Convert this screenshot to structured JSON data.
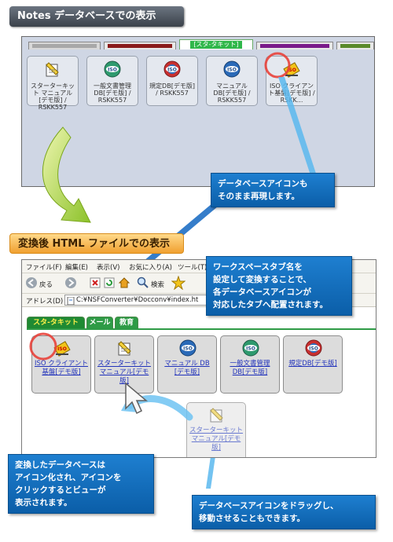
{
  "headers": {
    "notes_view": "Notes データベースでの表示",
    "html_view": "変換後 HTML ファイルでの表示"
  },
  "notes_window": {
    "starter_tab_label": "[スタ-タキット]",
    "tab_colors": [
      "#c0c0c0",
      "#8a1a1a",
      "#ffffff",
      "#7a1a8a",
      "#5a8a2a"
    ],
    "icons": [
      {
        "label": "スターターキット マニュアル[デモ版] / RSKK557",
        "icon": "note-pad-icon"
      },
      {
        "label": "一般文書管理 DB[デモ版] / RSKK557",
        "icon": "iso-globe-icon"
      },
      {
        "label": "規定DB[デモ版] / RSKK557",
        "icon": "iso-globe-red-icon"
      },
      {
        "label": "マニュアル DB[デモ版] / RSKK557",
        "icon": "iso-globe-icon"
      },
      {
        "label": "ISO クライアント基盤[デモ版] / RSKK...",
        "icon": "iso-folder-icon"
      }
    ]
  },
  "callouts": {
    "db_icon": [
      "データベースアイコンも",
      "そのまま再現します。"
    ],
    "workspace_tab": [
      "ワークスペースタブ名を",
      "設定して変換することで、",
      "各データベースアイコンが",
      "対応したタブへ配置されます。"
    ],
    "click_view": [
      "変換したデータベースは",
      "アイコン化され、アイコンを",
      "クリックするとビューが",
      "表示されます。"
    ],
    "drag_move": [
      "データベースアイコンをドラッグし、",
      "移動させることもできます。"
    ]
  },
  "browser": {
    "menu": [
      "ファイル(F)",
      "編集(E)",
      "表示(V)",
      "お気に入り(A)",
      "ツール(T)"
    ],
    "toolbar": {
      "back": "戻る",
      "search": "検索"
    },
    "address_label": "アドレス(D)",
    "address_value": "C:¥NSFConverter¥Docconv¥index.ht",
    "tabs": [
      "スタ-タキット",
      "メール",
      "教育"
    ],
    "icons": [
      {
        "label": "ISO クライアント基盤[デモ版]",
        "icon": "iso-folder-icon"
      },
      {
        "label": "スターターキット マニュアル[デモ版]",
        "icon": "note-pad-icon"
      },
      {
        "label": "マニュアル DB [デモ版]",
        "icon": "iso-globe-icon"
      },
      {
        "label": "一般文書管理 DB[デモ版]",
        "icon": "iso-globe-icon"
      },
      {
        "label": "規定DB[デモ版]",
        "icon": "iso-globe-red-icon"
      }
    ],
    "drag_ghost_label": "スターターキット マニュアル[デモ版]"
  }
}
